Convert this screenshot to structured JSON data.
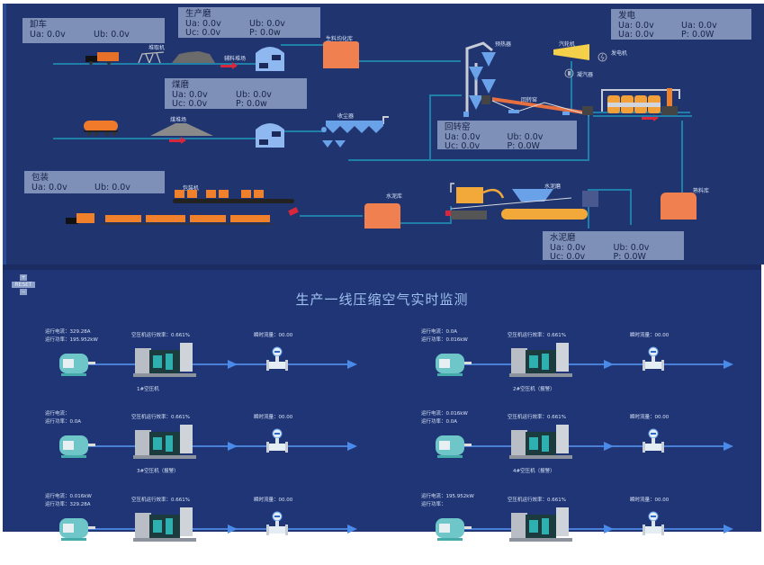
{
  "process": {
    "boxes": {
      "unload": {
        "title": "卸车",
        "ua": "Ua: 0.0v",
        "ub": "Ub: 0.0v"
      },
      "raw_mill": {
        "title": "生产磨",
        "ua": "Ua: 0.0v",
        "ub": "Ub: 0.0v",
        "uc": "Uc: 0.0v",
        "p": "P: 0.0w"
      },
      "coal_mill": {
        "title": "煤磨",
        "ua": "Ua: 0.0v",
        "ub": "Ub: 0.0v",
        "uc": "Uc: 0.0v",
        "p": "P: 0.0w"
      },
      "kiln": {
        "title": "回转窑",
        "ua": "Ua: 0.0v",
        "ub": "Ub: 0.0v",
        "uc": "Uc: 0.0v",
        "p": "P: 0.0W"
      },
      "power": {
        "title": "发电",
        "ua1": "Ua: 0.0v",
        "ua2": "Ua: 0.0v",
        "ua3": "Ua: 0.0v",
        "p": "P: 0.0W"
      },
      "pack": {
        "title": "包装",
        "ua": "Ua: 0.0v",
        "ub": "Ub: 0.0v"
      },
      "cement_mill": {
        "title": "水泥磨",
        "ua": "Ua: 0.0v",
        "ub": "Ub: 0.0v",
        "uc": "Uc: 0.0v",
        "p": "P: 0.0W"
      }
    },
    "labels": {
      "stacker": "堆取机",
      "raw_yard": "辅料堆场",
      "homog_silo": "生料均化库",
      "preheater": "预热器",
      "turbine": "汽轮机",
      "generator": "发电机",
      "condenser": "凝汽器",
      "kiln_label": "回转窑",
      "coal_yard": "煤堆场",
      "dust_collector": "收尘器",
      "packer": "包装机",
      "cement_silo": "水泥库",
      "cement_mill_label": "水泥磨",
      "clinker_silo": "熟料库"
    }
  },
  "monitor": {
    "title": "生产一线压缩空气实时监测",
    "zoom": {
      "plus": "+",
      "reset": "RESET",
      "minus": "−"
    },
    "units": [
      {
        "current": "运行电流：329.28A",
        "power": "运行功率：195.952kW",
        "efficiency": "空压机运行效率：0.661%",
        "flow": "瞬时流量：00.00",
        "name": "1#空压机"
      },
      {
        "current": "运行电流：0.0A",
        "power": "运行功率：0.016kW",
        "efficiency": "空压机运行效率：0.661%",
        "flow": "瞬时流量：00.00",
        "name": "2#空压机（报警）"
      },
      {
        "current": "运行电流：",
        "power": "运行功率：0.0A",
        "efficiency": "空压机运行效率：0.661%",
        "flow": "瞬时流量：00.00",
        "name": "3#空压机（报警）"
      },
      {
        "current": "运行电流：0.016kW",
        "power": "运行功率：0.0A",
        "efficiency": "空压机运行效率：0.661%",
        "flow": "瞬时流量：00.00",
        "name": "4#空压机（报警）"
      },
      {
        "current": "运行电流：0.016kW",
        "power": "运行功率：329.28A",
        "efficiency": "空压机运行效率：0.661%",
        "flow": "瞬时流量：00.00",
        "name": ""
      },
      {
        "current": "运行电流：195.952kW",
        "power": "运行功率：",
        "efficiency": "空压机运行效率：0.661%",
        "flow": "瞬时流量：00.00",
        "name": ""
      }
    ]
  },
  "colors": {
    "bg": "#203570",
    "panel": "#7f90b8",
    "pipe": "#1f7fa8",
    "accent": "#f08050",
    "flow": "#4a7fd8",
    "alarm": "#d8263a"
  }
}
